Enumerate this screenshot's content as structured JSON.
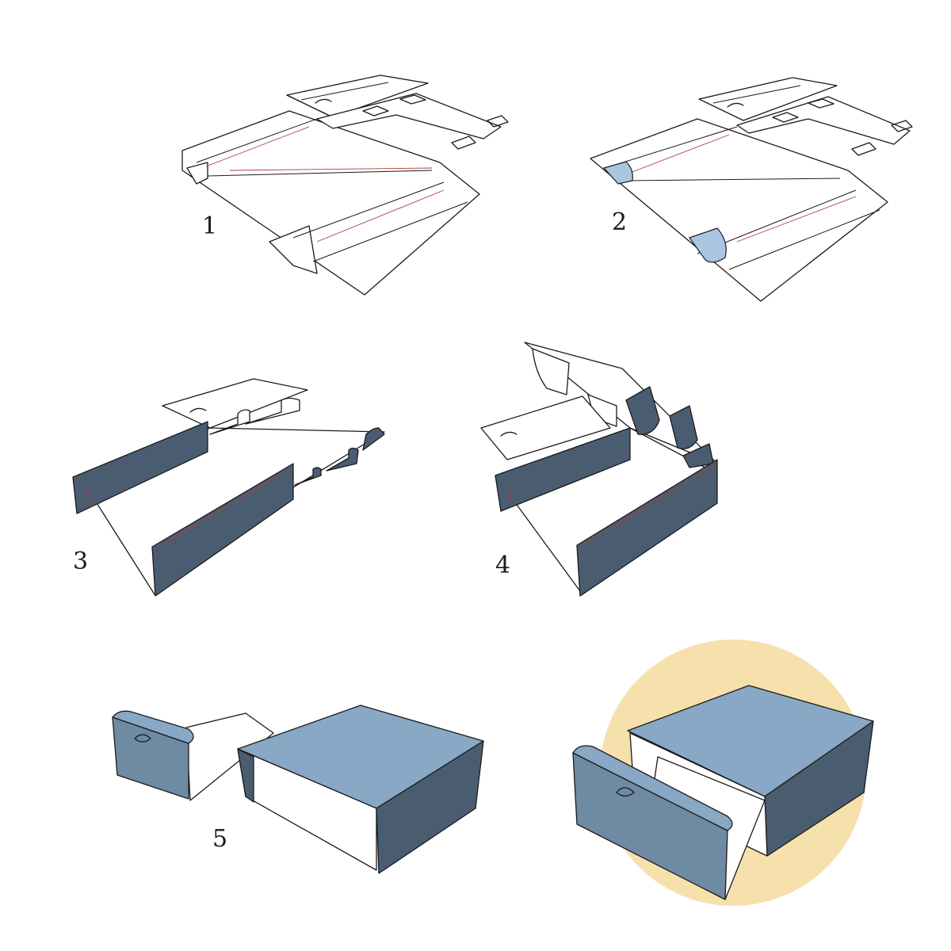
{
  "steps": [
    {
      "label": "1"
    },
    {
      "label": "2"
    },
    {
      "label": "3"
    },
    {
      "label": "4"
    },
    {
      "label": "5"
    }
  ],
  "colors": {
    "panel_dark": "#4a5d70",
    "panel_mid": "#6f8aa3",
    "panel_light": "#88a8c5",
    "glue_area": "#a9c6e2",
    "highlight_circle": "#f6e0ab",
    "outline": "#1b1b1b"
  }
}
